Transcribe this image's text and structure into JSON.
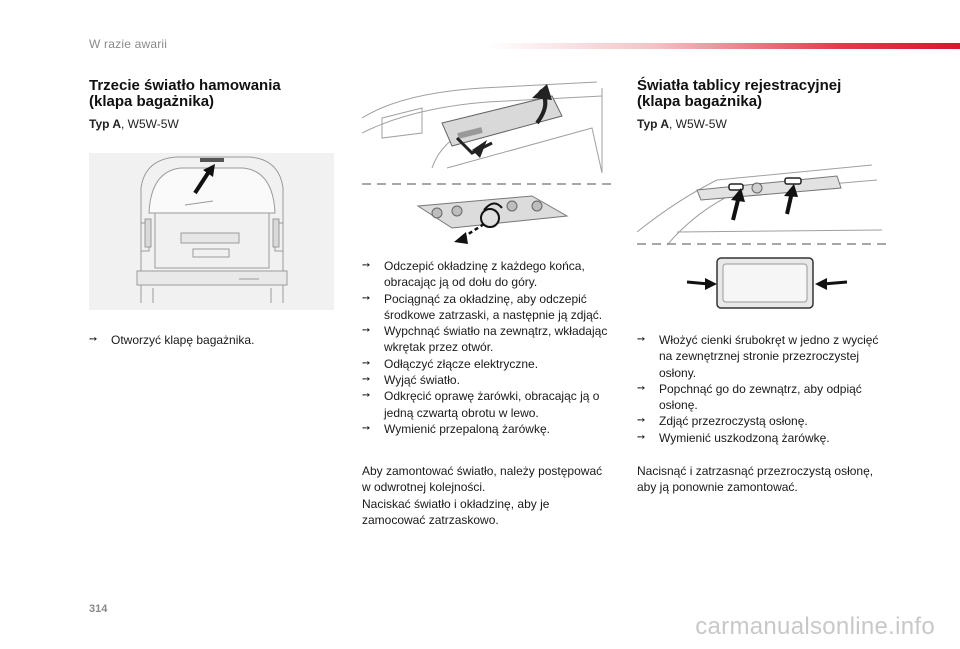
{
  "header": {
    "section": "W razie awarii"
  },
  "page_number": "314",
  "left": {
    "title_line1": "Trzecie światło hamowania",
    "title_line2": "(klapa bagażnika)",
    "type_label": "Typ A",
    "type_value": ", W5W-5W",
    "steps": [
      "Otworzyć klapę bagażnika."
    ]
  },
  "middle": {
    "steps": [
      "Odczepić okładzinę z każdego końca, obracając ją od dołu do góry.",
      "Pociągnąć za okładzinę, aby odczepić środkowe zatrzaski, a następnie ją zdjąć.",
      "Wypchnąć światło na zewnątrz, wkładając wkrętak przez otwór.",
      "Odłączyć złącze elektryczne.",
      "Wyjąć światło.",
      "Odkręcić oprawę żarówki, obracając ją o jedną czwartą obrotu w lewo.",
      "Wymienić przepaloną żarówkę."
    ],
    "note_line1": "Aby zamontować światło, należy postępować",
    "note_line2": "w odwrotnej kolejności.",
    "note_line3": "Naciskać światło i okładzinę, aby je",
    "note_line4": "zamocować zatrzaskowo."
  },
  "right": {
    "title_line1": "Światła tablicy rejestracyjnej",
    "title_line2": "(klapa bagażnika)",
    "type_label": "Typ A",
    "type_value": ", W5W-5W",
    "steps": [
      "Włożyć cienki śrubokręt w jedno z wycięć na zewnętrznej stronie przezroczystej osłony.",
      "Popchnąć go do zewnątrz, aby odpiąć osłonę.",
      "Zdjąć przezroczystą osłonę.",
      "Wymienić uszkodzoną żarówkę."
    ],
    "note_line1": "Nacisnąć i zatrzasnąć przezroczystą osłonę,",
    "note_line2": "aby ją ponownie zamontować."
  },
  "bullet_glyph": "➙",
  "watermark": "carmanualsonline.info"
}
